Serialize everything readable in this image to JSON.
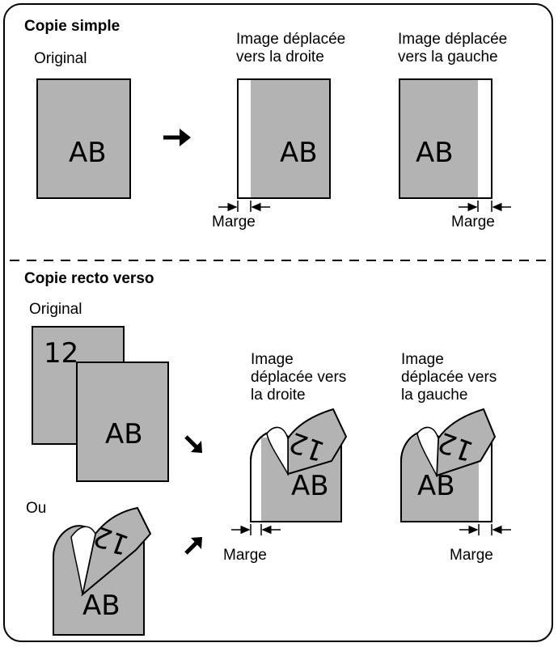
{
  "sections": {
    "single": {
      "title": "Copie simple",
      "original_label": "Original"
    },
    "duplex": {
      "title": "Copie recto verso",
      "original_label": "Original",
      "or_label": "Ou"
    }
  },
  "captions": {
    "single_right": [
      "Image déplacée",
      "vers la droite"
    ],
    "single_left": [
      "Image déplacée",
      "vers la gauche"
    ],
    "duplex_right": [
      "Image",
      "déplacée vers",
      "la droite"
    ],
    "duplex_left": [
      "Image",
      "déplacée vers",
      "la gauche"
    ]
  },
  "margin_label": "Marge",
  "page_text": {
    "front": "AB",
    "back": "12"
  },
  "colors": {
    "page_fill": "#b3b3b3",
    "stroke": "#000000",
    "background": "#ffffff"
  },
  "icons": {
    "arrow": "bold-arrow-icon",
    "margin": "margin-arrows-icon"
  }
}
